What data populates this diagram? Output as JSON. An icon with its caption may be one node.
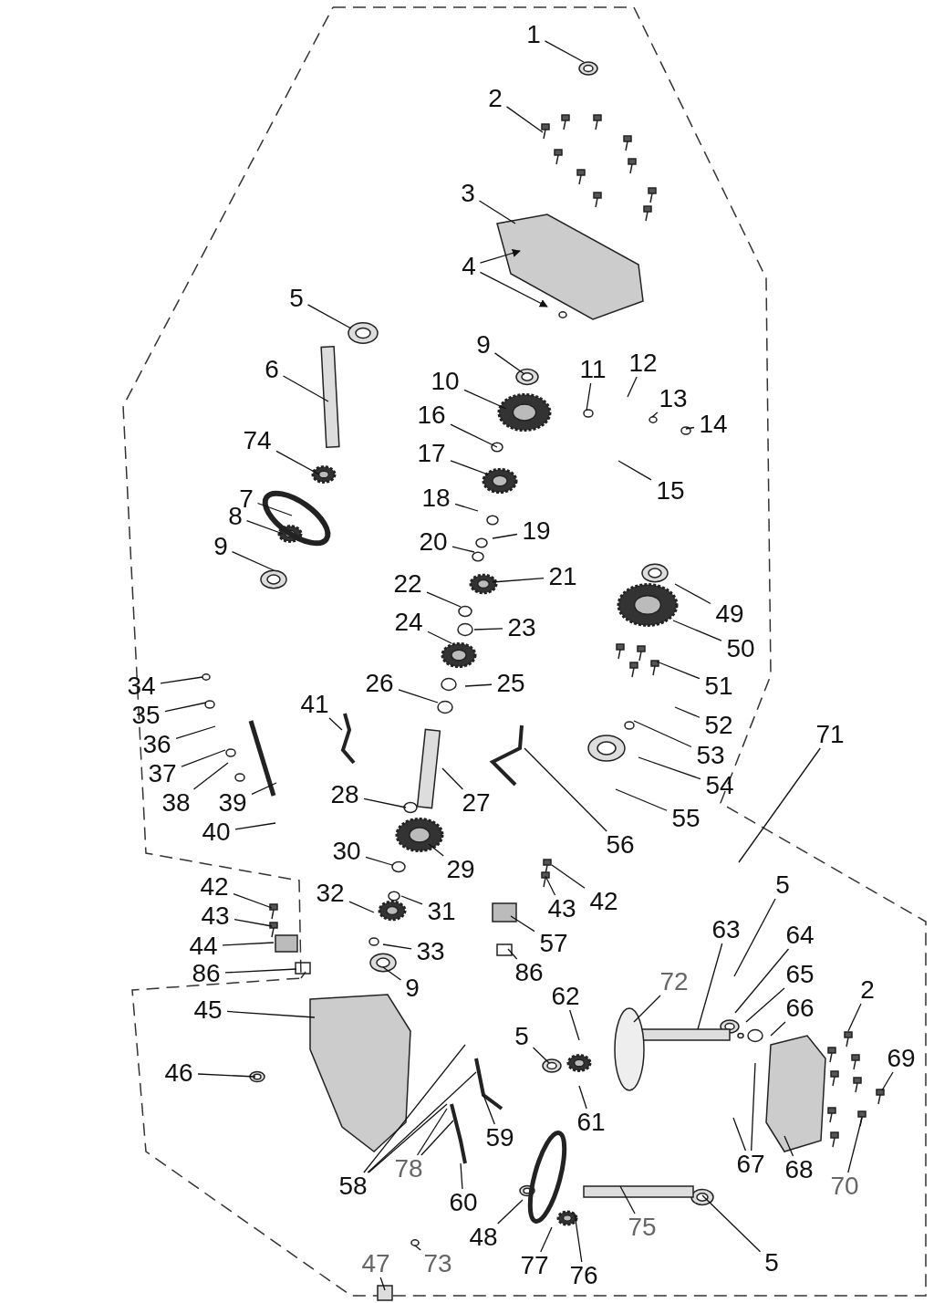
{
  "diagram": {
    "nodes": [
      {
        "text": [
          "1"
        ]
      },
      {
        "text": [
          "2"
        ]
      },
      {
        "text": [
          "3"
        ]
      },
      {
        "text": [
          "4"
        ]
      },
      {
        "text": [
          "5"
        ]
      },
      {
        "text": [
          "9"
        ]
      },
      {
        "text": [
          "12"
        ]
      },
      {
        "text": [
          "6"
        ]
      },
      {
        "text": [
          "11"
        ]
      },
      {
        "text": [
          "10"
        ]
      },
      {
        "text": [
          "13"
        ]
      },
      {
        "text": [
          "16"
        ]
      },
      {
        "text": [
          "14"
        ]
      },
      {
        "text": [
          "74"
        ]
      },
      {
        "text": [
          "17"
        ]
      },
      {
        "text": [
          "15"
        ]
      },
      {
        "text": [
          "18"
        ]
      },
      {
        "text": [
          "7"
        ]
      },
      {
        "text": [
          "8"
        ]
      },
      {
        "text": [
          "19"
        ]
      },
      {
        "text": [
          "20"
        ]
      },
      {
        "text": [
          "9"
        ]
      },
      {
        "text": [
          "21"
        ]
      },
      {
        "text": [
          "22"
        ]
      },
      {
        "text": [
          "49"
        ]
      },
      {
        "text": [
          "24"
        ]
      },
      {
        "text": [
          "23"
        ]
      },
      {
        "text": [
          "50"
        ]
      },
      {
        "text": [
          "25"
        ]
      },
      {
        "text": [
          "26"
        ]
      },
      {
        "text": [
          "34"
        ]
      },
      {
        "text": [
          "51"
        ]
      },
      {
        "text": [
          "41"
        ]
      },
      {
        "text": [
          "35"
        ]
      },
      {
        "text": [
          "52"
        ]
      },
      {
        "text": [
          "71"
        ]
      },
      {
        "text": [
          "36"
        ]
      },
      {
        "text": [
          "53"
        ]
      },
      {
        "text": [
          "37"
        ]
      },
      {
        "text": [
          "54"
        ]
      },
      {
        "text": [
          "28"
        ]
      },
      {
        "text": [
          "27"
        ]
      },
      {
        "text": [
          "38"
        ]
      },
      {
        "text": [
          "39"
        ]
      },
      {
        "text": [
          "55"
        ]
      },
      {
        "text": [
          "40"
        ]
      },
      {
        "text": [
          "56"
        ]
      },
      {
        "text": [
          "30"
        ]
      },
      {
        "text": [
          "29"
        ]
      },
      {
        "text": [
          "5"
        ]
      },
      {
        "text": [
          "42"
        ]
      },
      {
        "text": [
          "32"
        ]
      },
      {
        "text": [
          "42"
        ]
      },
      {
        "text": [
          "43"
        ]
      },
      {
        "text": [
          "31"
        ]
      },
      {
        "text": [
          "43"
        ]
      },
      {
        "text": [
          "63"
        ]
      },
      {
        "text": [
          "64"
        ]
      },
      {
        "text": [
          "57"
        ]
      },
      {
        "text": [
          "44"
        ]
      },
      {
        "text": [
          "33"
        ]
      },
      {
        "text": [
          "86"
        ]
      },
      {
        "text": [
          "86"
        ]
      },
      {
        "text": [
          "65"
        ]
      },
      {
        "text": [
          "72"
        ]
      },
      {
        "text": [
          "9"
        ]
      },
      {
        "text": [
          "2"
        ]
      },
      {
        "text": [
          "62"
        ]
      },
      {
        "text": [
          "66"
        ]
      },
      {
        "text": [
          "45"
        ]
      },
      {
        "text": [
          "5"
        ]
      },
      {
        "text": [
          "69"
        ]
      },
      {
        "text": [
          "46"
        ]
      },
      {
        "text": [
          "61"
        ]
      },
      {
        "text": [
          "59"
        ]
      },
      {
        "text": [
          "67"
        ]
      },
      {
        "text": [
          "78"
        ]
      },
      {
        "text": [
          "68"
        ]
      },
      {
        "text": [
          "58"
        ]
      },
      {
        "text": [
          "70"
        ]
      },
      {
        "text": [
          "60"
        ]
      },
      {
        "text": [
          "75"
        ]
      },
      {
        "text": [
          "48"
        ]
      },
      {
        "text": [
          "5"
        ]
      },
      {
        "text": [
          "47"
        ]
      },
      {
        "text": [
          "73"
        ]
      },
      {
        "text": [
          "77"
        ]
      },
      {
        "text": [
          "76"
        ]
      }
    ],
    "edges": [
      {
        "from": 0,
        "to": null,
        "arrow": "none"
      },
      {
        "from": 1,
        "to": null,
        "arrow": "none"
      },
      {
        "from": 2,
        "to": null,
        "arrow": "none"
      },
      {
        "from": 3,
        "to": null,
        "arrow": "to"
      },
      {
        "from": 3,
        "to": null,
        "arrow": "to"
      },
      {
        "from": 4,
        "to": null,
        "arrow": "none"
      },
      {
        "from": 5,
        "to": null,
        "arrow": "none"
      },
      {
        "from": 6,
        "to": null,
        "arrow": "none"
      },
      {
        "from": 7,
        "to": null,
        "arrow": "none"
      },
      {
        "from": 8,
        "to": null,
        "arrow": "none"
      },
      {
        "from": 9,
        "to": null,
        "arrow": "none"
      },
      {
        "from": 10,
        "to": null,
        "arrow": "none"
      },
      {
        "from": 11,
        "to": null,
        "arrow": "none"
      },
      {
        "from": 12,
        "to": null,
        "arrow": "none"
      },
      {
        "from": 13,
        "to": null,
        "arrow": "none"
      },
      {
        "from": 14,
        "to": null,
        "arrow": "none"
      },
      {
        "from": 15,
        "to": null,
        "arrow": "none"
      },
      {
        "from": 16,
        "to": null,
        "arrow": "none"
      },
      {
        "from": 17,
        "to": null,
        "arrow": "none"
      },
      {
        "from": 18,
        "to": null,
        "arrow": "none"
      },
      {
        "from": 19,
        "to": null,
        "arrow": "none"
      },
      {
        "from": 20,
        "to": null,
        "arrow": "none"
      },
      {
        "from": 21,
        "to": null,
        "arrow": "none"
      },
      {
        "from": 22,
        "to": null,
        "arrow": "none"
      },
      {
        "from": 23,
        "to": null,
        "arrow": "none"
      },
      {
        "from": 24,
        "to": null,
        "arrow": "none"
      },
      {
        "from": 25,
        "to": null,
        "arrow": "none"
      },
      {
        "from": 26,
        "to": null,
        "arrow": "none"
      },
      {
        "from": 27,
        "to": null,
        "arrow": "none"
      },
      {
        "from": 28,
        "to": null,
        "arrow": "none"
      },
      {
        "from": 29,
        "to": null,
        "arrow": "none"
      },
      {
        "from": 30,
        "to": null,
        "arrow": "none"
      },
      {
        "from": 31,
        "to": null,
        "arrow": "none"
      },
      {
        "from": 32,
        "to": null,
        "arrow": "none"
      },
      {
        "from": 33,
        "to": null,
        "arrow": "none"
      },
      {
        "from": 34,
        "to": null,
        "arrow": "none"
      },
      {
        "from": 35,
        "to": null,
        "arrow": "none"
      },
      {
        "from": 36,
        "to": null,
        "arrow": "none"
      },
      {
        "from": 37,
        "to": null,
        "arrow": "none"
      },
      {
        "from": 38,
        "to": null,
        "arrow": "none"
      },
      {
        "from": 39,
        "to": null,
        "arrow": "none"
      },
      {
        "from": 40,
        "to": null,
        "arrow": "none"
      },
      {
        "from": 41,
        "to": null,
        "arrow": "none"
      },
      {
        "from": 42,
        "to": null,
        "arrow": "none"
      },
      {
        "from": 43,
        "to": null,
        "arrow": "none"
      },
      {
        "from": 44,
        "to": null,
        "arrow": "none"
      },
      {
        "from": 45,
        "to": null,
        "arrow": "none"
      },
      {
        "from": 46,
        "to": null,
        "arrow": "none"
      },
      {
        "from": 47,
        "to": null,
        "arrow": "none"
      },
      {
        "from": 48,
        "to": null,
        "arrow": "none"
      },
      {
        "from": 49,
        "to": null,
        "arrow": "none"
      },
      {
        "from": 50,
        "to": null,
        "arrow": "none"
      },
      {
        "from": 51,
        "to": null,
        "arrow": "none"
      },
      {
        "from": 52,
        "to": null,
        "arrow": "none"
      },
      {
        "from": 53,
        "to": null,
        "arrow": "none"
      },
      {
        "from": 54,
        "to": null,
        "arrow": "none"
      },
      {
        "from": 55,
        "to": null,
        "arrow": "none"
      },
      {
        "from": 56,
        "to": null,
        "arrow": "none"
      },
      {
        "from": 57,
        "to": null,
        "arrow": "none"
      },
      {
        "from": 58,
        "to": null,
        "arrow": "none"
      },
      {
        "from": 59,
        "to": null,
        "arrow": "none"
      },
      {
        "from": 60,
        "to": null,
        "arrow": "none"
      },
      {
        "from": 61,
        "to": null,
        "arrow": "none"
      },
      {
        "from": 62,
        "to": null,
        "arrow": "none"
      },
      {
        "from": 63,
        "to": null,
        "arrow": "none"
      },
      {
        "from": 64,
        "to": null,
        "arrow": "none"
      },
      {
        "from": 65,
        "to": null,
        "arrow": "none"
      },
      {
        "from": 66,
        "to": null,
        "arrow": "none"
      },
      {
        "from": 67,
        "to": null,
        "arrow": "none"
      },
      {
        "from": 68,
        "to": null,
        "arrow": "none"
      },
      {
        "from": 69,
        "to": null,
        "arrow": "none"
      },
      {
        "from": 70,
        "to": null,
        "arrow": "none"
      },
      {
        "from": 71,
        "to": null,
        "arrow": "none"
      },
      {
        "from": 72,
        "to": null,
        "arrow": "none"
      },
      {
        "from": 73,
        "to": null,
        "arrow": "none"
      },
      {
        "from": 74,
        "to": null,
        "arrow": "none"
      },
      {
        "from": 75,
        "to": null,
        "arrow": "none"
      },
      {
        "from": 75,
        "to": null,
        "arrow": "none"
      },
      {
        "from": 76,
        "to": null,
        "arrow": "none"
      },
      {
        "from": 76,
        "to": null,
        "arrow": "none"
      },
      {
        "from": 77,
        "to": null,
        "arrow": "none"
      },
      {
        "from": 78,
        "to": null,
        "arrow": "none"
      },
      {
        "from": 78,
        "to": null,
        "arrow": "none"
      },
      {
        "from": 78,
        "to": null,
        "arrow": "none"
      },
      {
        "from": 79,
        "to": null,
        "arrow": "none"
      },
      {
        "from": 80,
        "to": null,
        "arrow": "none"
      },
      {
        "from": 81,
        "to": null,
        "arrow": "none"
      },
      {
        "from": 82,
        "to": null,
        "arrow": "none"
      },
      {
        "from": 83,
        "to": null,
        "arrow": "none"
      },
      {
        "from": 84,
        "to": null,
        "arrow": "none"
      },
      {
        "from": 85,
        "to": null,
        "arrow": "none"
      },
      {
        "from": 86,
        "to": null,
        "arrow": "none"
      },
      {
        "from": 87,
        "to": null,
        "arrow": "none"
      }
    ]
  }
}
